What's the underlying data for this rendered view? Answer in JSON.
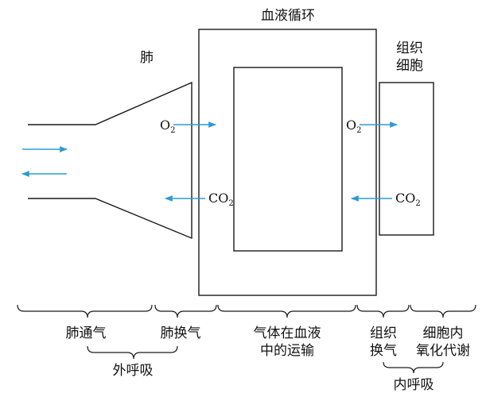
{
  "labels": {
    "lung": "肺",
    "circulation": "血液循环",
    "tissue_line1": "组织",
    "tissue_line2": "细胞"
  },
  "gases": {
    "o2_lung": {
      "base": "O",
      "sub": "2"
    },
    "co2_lung": {
      "base": "CO",
      "sub": "2"
    },
    "o2_tissue": {
      "base": "O",
      "sub": "2"
    },
    "co2_tissue": {
      "base": "CO",
      "sub": "2"
    }
  },
  "stages": {
    "pulmonary_ventilation": "肺通气",
    "pulmonary_exchange": "肺换气",
    "blood_transport_line1": "气体在血液",
    "blood_transport_line2": "中的运输",
    "tissue_exchange_line1": "组织",
    "tissue_exchange_line2": "换气",
    "cell_metabolism_line1": "细胞内",
    "cell_metabolism_line2": "氧化代谢"
  },
  "groups": {
    "external": "外呼吸",
    "internal": "内呼吸"
  },
  "colors": {
    "arrow": "#2b9bd6",
    "line": "#1a1a1a"
  }
}
